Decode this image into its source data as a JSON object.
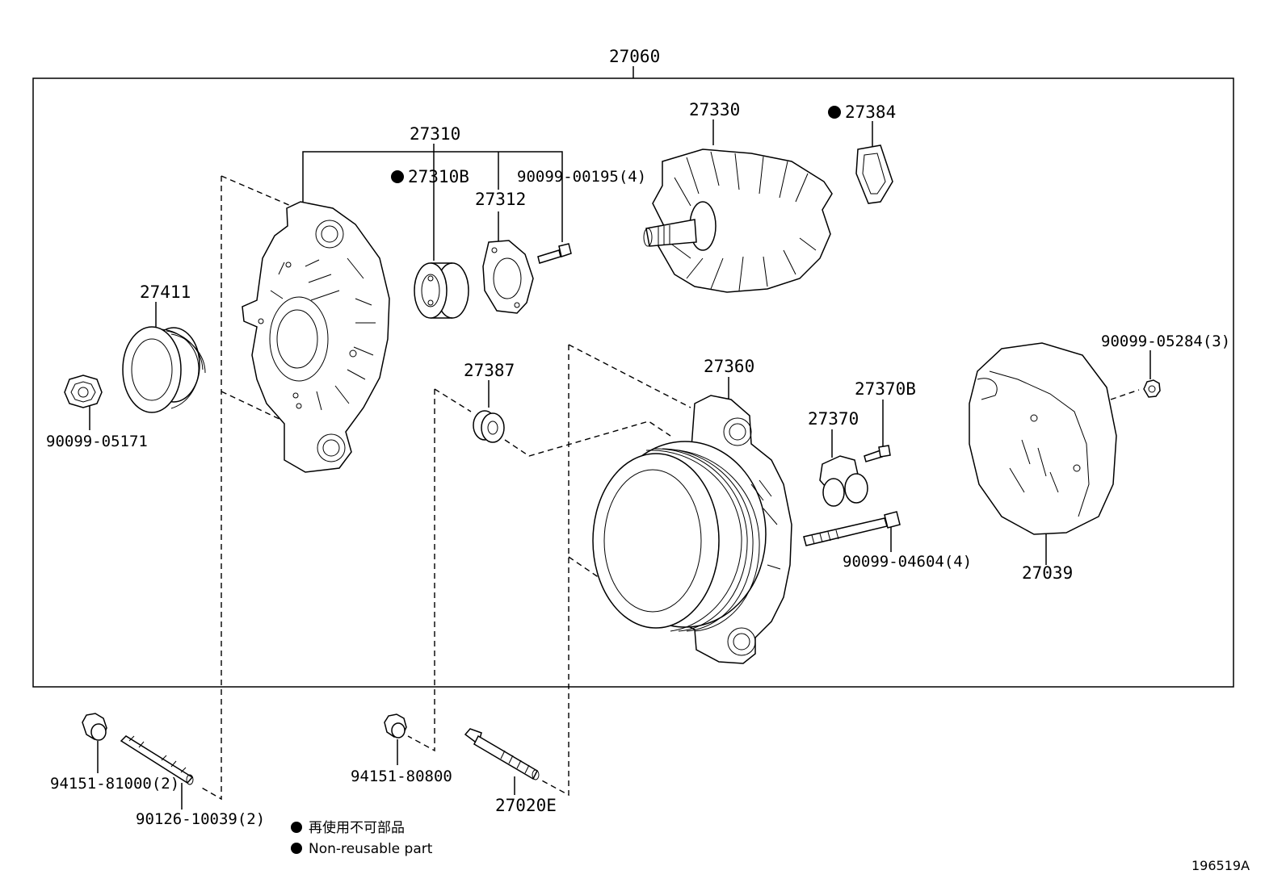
{
  "assembly_number": "27060",
  "labels": {
    "p27310": "27310",
    "p27310b": "27310B",
    "p27312": "27312",
    "p90099_00195": "90099-00195(4)",
    "p27330": "27330",
    "p27384": "27384",
    "p27411": "27411",
    "p90099_05171": "90099-05171",
    "p27387": "27387",
    "p27360": "27360",
    "p27370b": "27370B",
    "p27370": "27370",
    "p90099_05284": "90099-05284(3)",
    "p90099_04604": "90099-04604(4)",
    "p27039": "27039",
    "p94151_81000": "94151-81000(2)",
    "p90126_10039": "90126-10039(2)",
    "p94151_80800": "94151-80800",
    "p27020e": "27020E"
  },
  "legend": {
    "line_ja": "再使用不可部品",
    "line_en": "Non-reusable part"
  },
  "figure_code": "196519A"
}
